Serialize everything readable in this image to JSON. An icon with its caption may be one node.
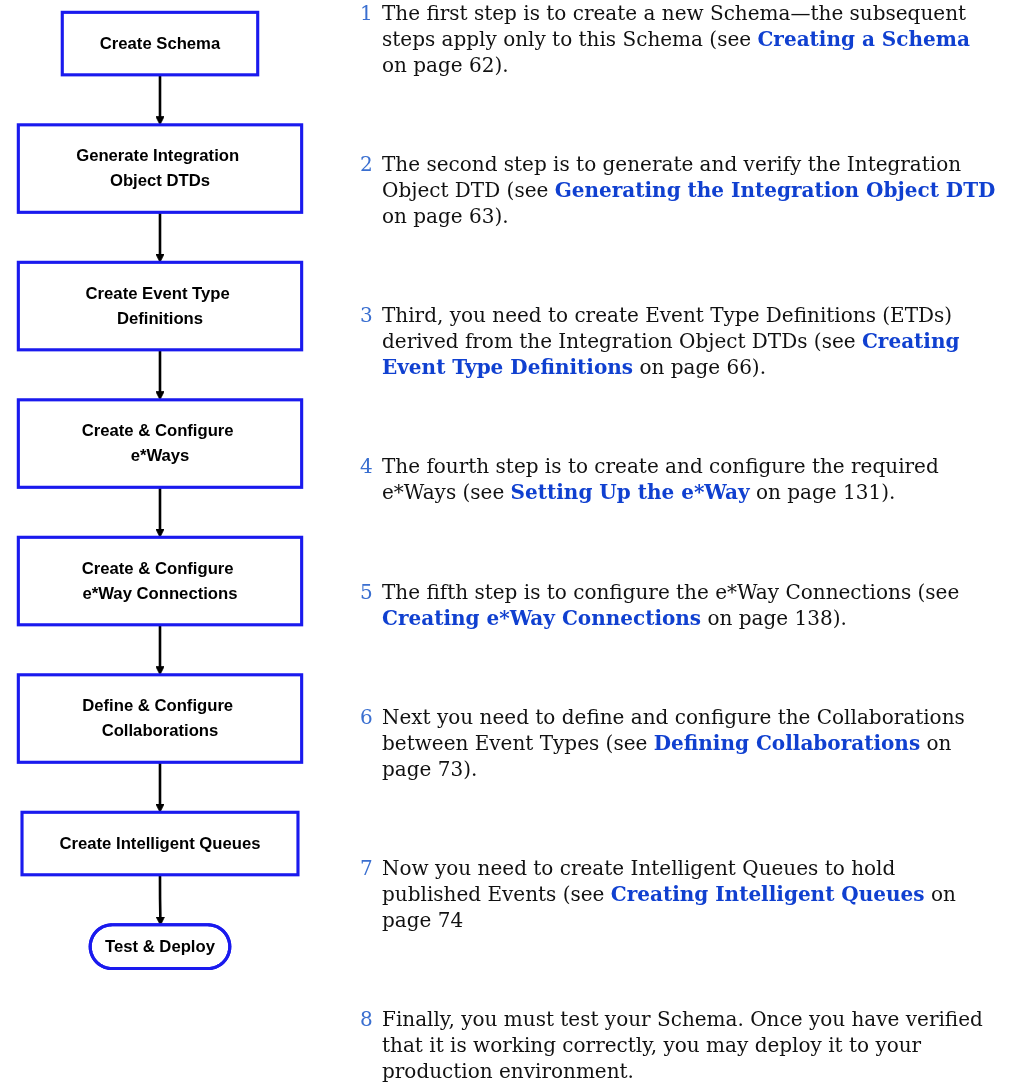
{
  "diagram": {
    "nodes": [
      {
        "text": [
          "Create Schema"
        ]
      },
      {
        "text": [
          "Generate Integration Object DTDs"
        ]
      },
      {
        "text": [
          "Create Event Type Definitions"
        ]
      },
      {
        "text": [
          "Create & Configure e*Ways"
        ]
      },
      {
        "text": [
          "Create & Configure e*Way Connections"
        ]
      },
      {
        "text": [
          "Define & Configure Collaborations"
        ]
      },
      {
        "text": [
          "Create Intelligent Queues"
        ]
      },
      {
        "text": [
          "Test & Deploy"
        ]
      }
    ],
    "edges": [
      {
        "from": 0,
        "to": 1,
        "arrow": "to"
      },
      {
        "from": 1,
        "to": 2,
        "arrow": "to"
      },
      {
        "from": 2,
        "to": 3,
        "arrow": "to"
      },
      {
        "from": 3,
        "to": 4,
        "arrow": "to"
      },
      {
        "from": 4,
        "to": 5,
        "arrow": "to"
      },
      {
        "from": 5,
        "to": 6,
        "arrow": "to"
      },
      {
        "from": 6,
        "to": 7,
        "arrow": "to"
      }
    ],
    "labels": [
      "1",
      "The first step is to create a new Schema—the subsequent steps apply only to this Schema (see **Creating a Schema** on page 62).",
      "2",
      "The second step is to generate and verify the Integration Object DTD (see **Generating the Integration Object DTD** on page 63).",
      "3",
      "Third, you need to create Event Type Definitions (ETDs) derived from the Integration Object DTDs (see **Creating Event Type Definitions** on page 66).",
      "4",
      "The fourth step is to create and configure the required e*Ways (see **Setting Up the e*Way** on page 131).",
      "5",
      "The fifth step is to configure the e*Way Connections (see **Creating e*Way Connections** on page 138).",
      "6",
      "Next you need to define and configure the Collaborations between Event Types (see **Defining Collaborations** on page 73).",
      "7",
      "Now you need to create Intelligent Queues to hold published Events (see **Creating Intelligent Queues** on page 74",
      "8",
      "Finally, you must test your Schema. Once you have verified that it is working correctly, you may deploy it to your production environment."
    ]
  }
}
